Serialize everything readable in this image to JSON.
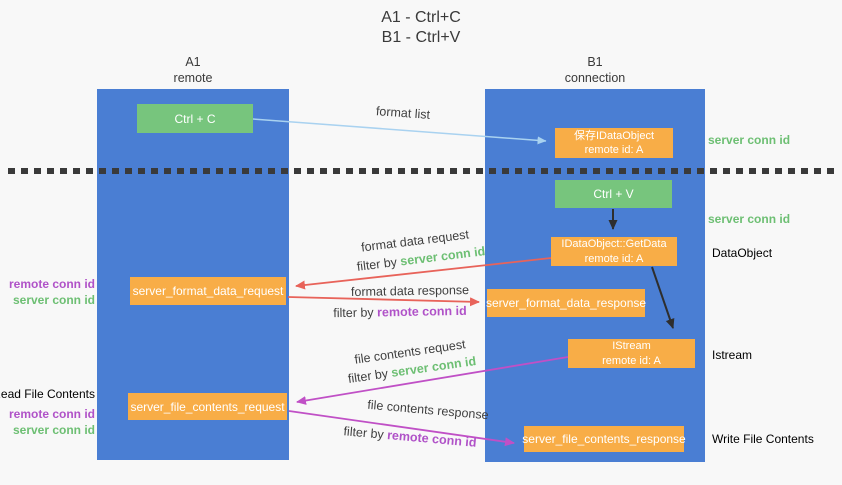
{
  "title": {
    "line1": "A1 - Ctrl+C",
    "line2": "B1 - Ctrl+V"
  },
  "lifelines": {
    "left": {
      "name": "A1",
      "role": "remote"
    },
    "right": {
      "name": "B1",
      "role": "connection"
    }
  },
  "nodes": {
    "ctrl_c": "Ctrl + C",
    "save_idataobject": {
      "line1": "保存IDataObject",
      "line2": "remote id: A"
    },
    "ctrl_v": "Ctrl + V",
    "getdata": {
      "line1": "IDataObject::GetData",
      "line2": "remote id: A"
    },
    "format_request": "server_format_data_request",
    "format_response": "server_format_data_response",
    "istream": {
      "line1": "IStream",
      "line2": "remote id: A"
    },
    "file_request": "server_file_contents_request",
    "file_response": "server_file_contents_response"
  },
  "flow": {
    "format_list": "format list",
    "format_data_request": "format data request",
    "format_data_response": "format data response",
    "file_contents_request": "file contents request",
    "file_contents_response": "file contents response",
    "filter_by": "filter by ",
    "server_conn_id": "server conn id",
    "remote_conn_id": "remote conn id"
  },
  "side_labels": {
    "left": {
      "format_remote_conn_id": "remote conn id",
      "format_server_conn_id": "server conn id",
      "read_file_contents": "Read File Contents",
      "file_remote_conn_id": "remote conn id",
      "file_server_conn_id": "server conn id"
    },
    "right": {
      "server_conn_id_top": "server conn id",
      "server_conn_id_mid": "server conn id",
      "dataobject": "DataObject",
      "istream": "Istream",
      "write_file_contents": "Write File Contents"
    }
  },
  "colors": {
    "column_blue": "#4a7ed3",
    "node_green": "#77c57d",
    "node_orange": "#f8ad47",
    "green_text": "#6dbf73",
    "purple_text": "#b052c8",
    "arrow_red": "#e8635a",
    "arrow_magenta": "#c050c6",
    "arrow_blue": "#a9d2f0",
    "arrow_black": "#2e2e2e"
  }
}
